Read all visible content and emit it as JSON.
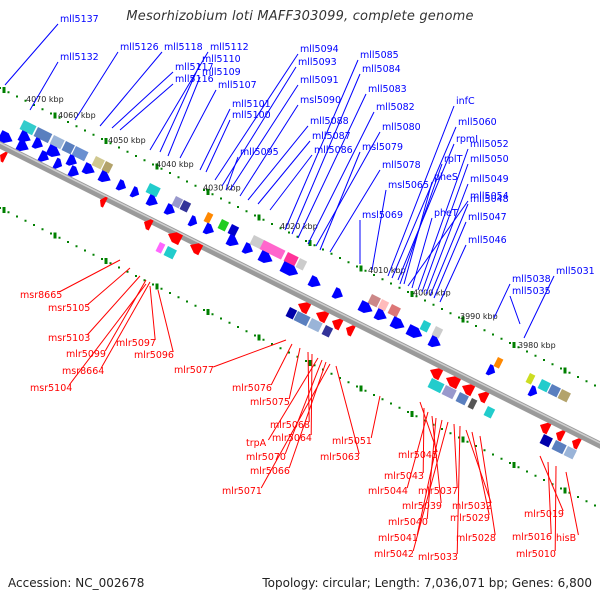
{
  "title": "Mesorhizobium loti MAFF303099, complete genome",
  "footer": {
    "accession": "Accession: NC_002678",
    "summary": "Topology: circular; Length: 7,036,071 bp; Genes: 6,800"
  },
  "colors": {
    "forward_gene": "#0000ff",
    "reverse_gene": "#ff0000",
    "backbone": "#808080",
    "tick": "#008000"
  },
  "kbp_marks": [
    "4070 kbp",
    "4060 kbp",
    "4050 kbp",
    "4040 kbp",
    "4030 kbp",
    "4020 kbp",
    "4010 kbp",
    "4000 kbp",
    "3990 kbp",
    "3980 kbp"
  ],
  "top_labels": [
    "mll5137",
    "mll5132",
    "mll5126",
    "mll5118",
    "mll5117",
    "mll5116",
    "mll5112",
    "mll5110",
    "mll5109",
    "mll5107",
    "mll5101",
    "mll5100",
    "mll5094",
    "mll5093",
    "mll5091",
    "msl5090",
    "mll5088",
    "mll5087",
    "mll5086",
    "mll5095",
    "mll5085",
    "mll5084",
    "mll5083",
    "mll5082",
    "mll5080",
    "msl5079",
    "mll5078",
    "msl5069",
    "msl5065",
    "infC",
    "mll5060",
    "rpmI",
    "rplT",
    "pheS",
    "mll5054",
    "pheT",
    "mll5052",
    "mll5050",
    "mll5049",
    "mll5048",
    "mll5047",
    "mll5046",
    "mll5038",
    "mll5035",
    "mll5031"
  ],
  "bottom_labels": [
    "msr8665",
    "msr5105",
    "msr5103",
    "mlr5099",
    "msr8664",
    "msr5104",
    "mlr5097",
    "mlr5096",
    "mlr5077",
    "mlr5076",
    "mlr5075",
    "mlr5068",
    "mlr5064",
    "trpA",
    "mlr5070",
    "mlr5066",
    "mlr5071",
    "mlr5063",
    "mlr5051",
    "mlr5045",
    "mlr5043",
    "mlr5044",
    "mlr5039",
    "mlr5040",
    "mlr5041",
    "mlr5042",
    "mlr5037",
    "mlr5033",
    "mlr5032",
    "mlr5029",
    "mlr5028",
    "mlr5019",
    "mlr5016",
    "mlr5010",
    "hisB"
  ]
}
